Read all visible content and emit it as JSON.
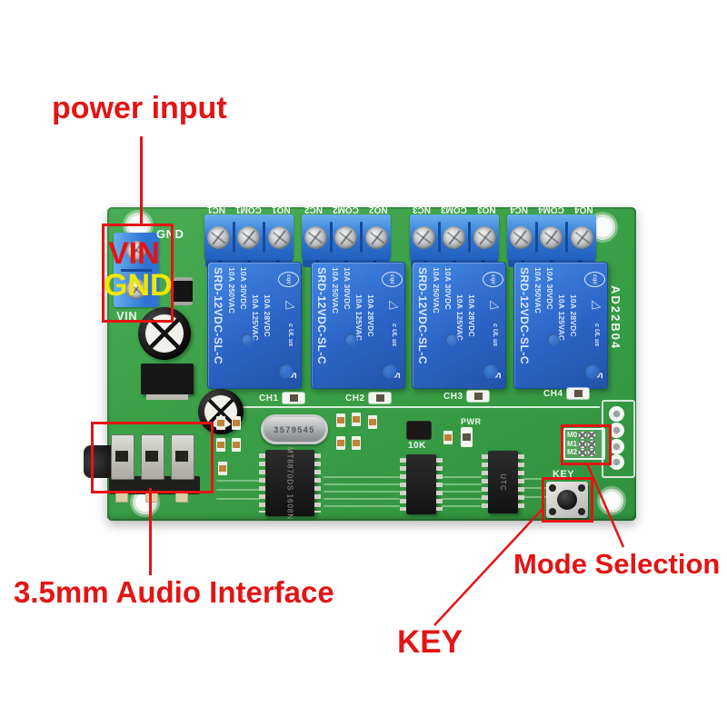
{
  "annotations": {
    "power_input": "power input",
    "vin_overlay": "VIN",
    "gnd_overlay": "GND",
    "audio_interface": "3.5mm Audio Interface",
    "mode_selection": "Mode Selection",
    "key": "KEY",
    "accent_color": "#e41414",
    "gnd_overlay_color": "#f2e600"
  },
  "board": {
    "model": "AD22B04",
    "pcb_color": "#3aa047",
    "relay_color": "#2c64c6",
    "terminal_color": "#2f74d2",
    "terminal_labels": [
      "NC1",
      "COM1",
      "NO1",
      "NC2",
      "COM2",
      "NO2",
      "NC3",
      "COM3",
      "NO3",
      "NC4",
      "COM4",
      "NO4"
    ],
    "silkscreen": {
      "gnd": "GND",
      "vin": "VIN",
      "ch1": "CH1",
      "ch2": "CH2",
      "ch3": "CH3",
      "ch4": "CH4",
      "pwr": "PWR",
      "r10k": "10K",
      "key": "KEY",
      "m0": "M0",
      "m1": "M1",
      "m2": "M2"
    },
    "crystal": "3579545",
    "relay": {
      "model": "SRD-12VDC-SL-C",
      "rating_ac1": "10A 250VAC",
      "rating_dc1": "10A 30VDC",
      "rating_ac2": "10A 125VAC",
      "rating_dc2": "10A 28VDC",
      "cert": "cqc",
      "ul": "c UL us",
      "pin": "5"
    },
    "ic1_line1": "MT8870DS",
    "ic1_line2": "1608N",
    "ic3_mark": "UTC"
  }
}
